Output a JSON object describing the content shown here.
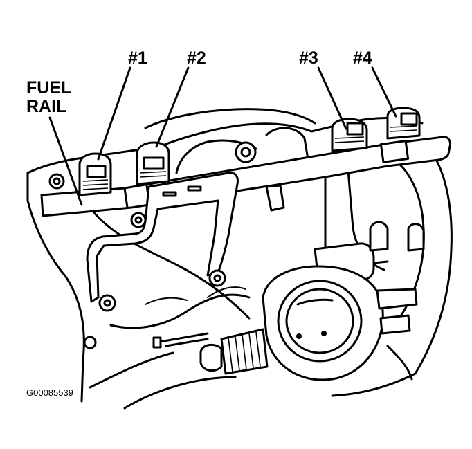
{
  "labels": {
    "fuel_rail_line1": "FUEL",
    "fuel_rail_line2": "RAIL",
    "injector_1": "#1",
    "injector_2": "#2",
    "injector_3": "#3",
    "injector_4": "#4"
  },
  "figure_id": "G00085539"
}
